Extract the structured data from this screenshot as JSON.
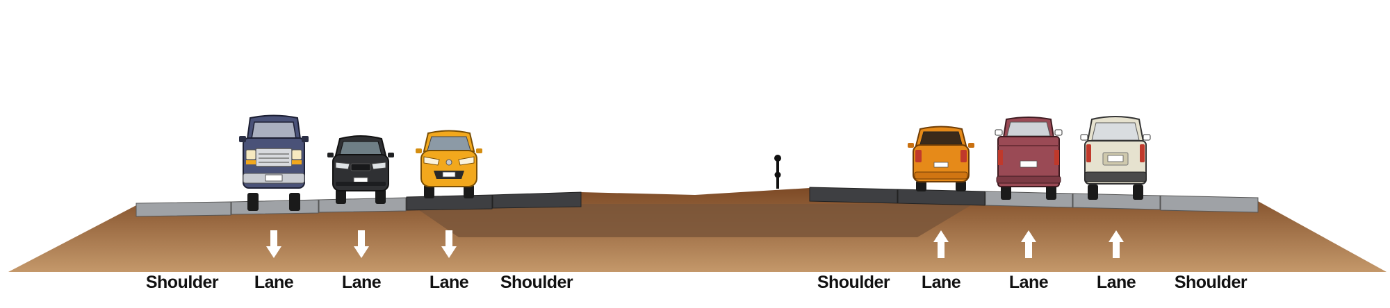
{
  "segments": [
    {
      "label": "Shoulder",
      "direction": "none"
    },
    {
      "label": "Lane",
      "direction": "down"
    },
    {
      "label": "Lane",
      "direction": "down"
    },
    {
      "label": "Lane",
      "direction": "down"
    },
    {
      "label": "Shoulder",
      "direction": "none"
    },
    {
      "label": "Shoulder",
      "direction": "none"
    },
    {
      "label": "Lane",
      "direction": "up"
    },
    {
      "label": "Lane",
      "direction": "up"
    },
    {
      "label": "Lane",
      "direction": "up"
    },
    {
      "label": "Shoulder",
      "direction": "none"
    }
  ],
  "colors": {
    "soil_dark": "#7d4a26",
    "soil_light": "#c4986a",
    "trench": "#7a5639",
    "pavement_new": "#9fa2a6",
    "pavement_old": "#3e3f42",
    "arrow": "#ffffff"
  },
  "vehicles": [
    {
      "kind": "pickup-truck",
      "color": "#4a5278"
    },
    {
      "kind": "sedan",
      "color": "#2f3033"
    },
    {
      "kind": "hatchback",
      "color": "#f2a81d"
    },
    {
      "kind": "hatchback",
      "color": "#e68a19"
    },
    {
      "kind": "pickup-truck",
      "color": "#9a4a55"
    },
    {
      "kind": "minivan",
      "color": "#e6e2cf"
    }
  ]
}
